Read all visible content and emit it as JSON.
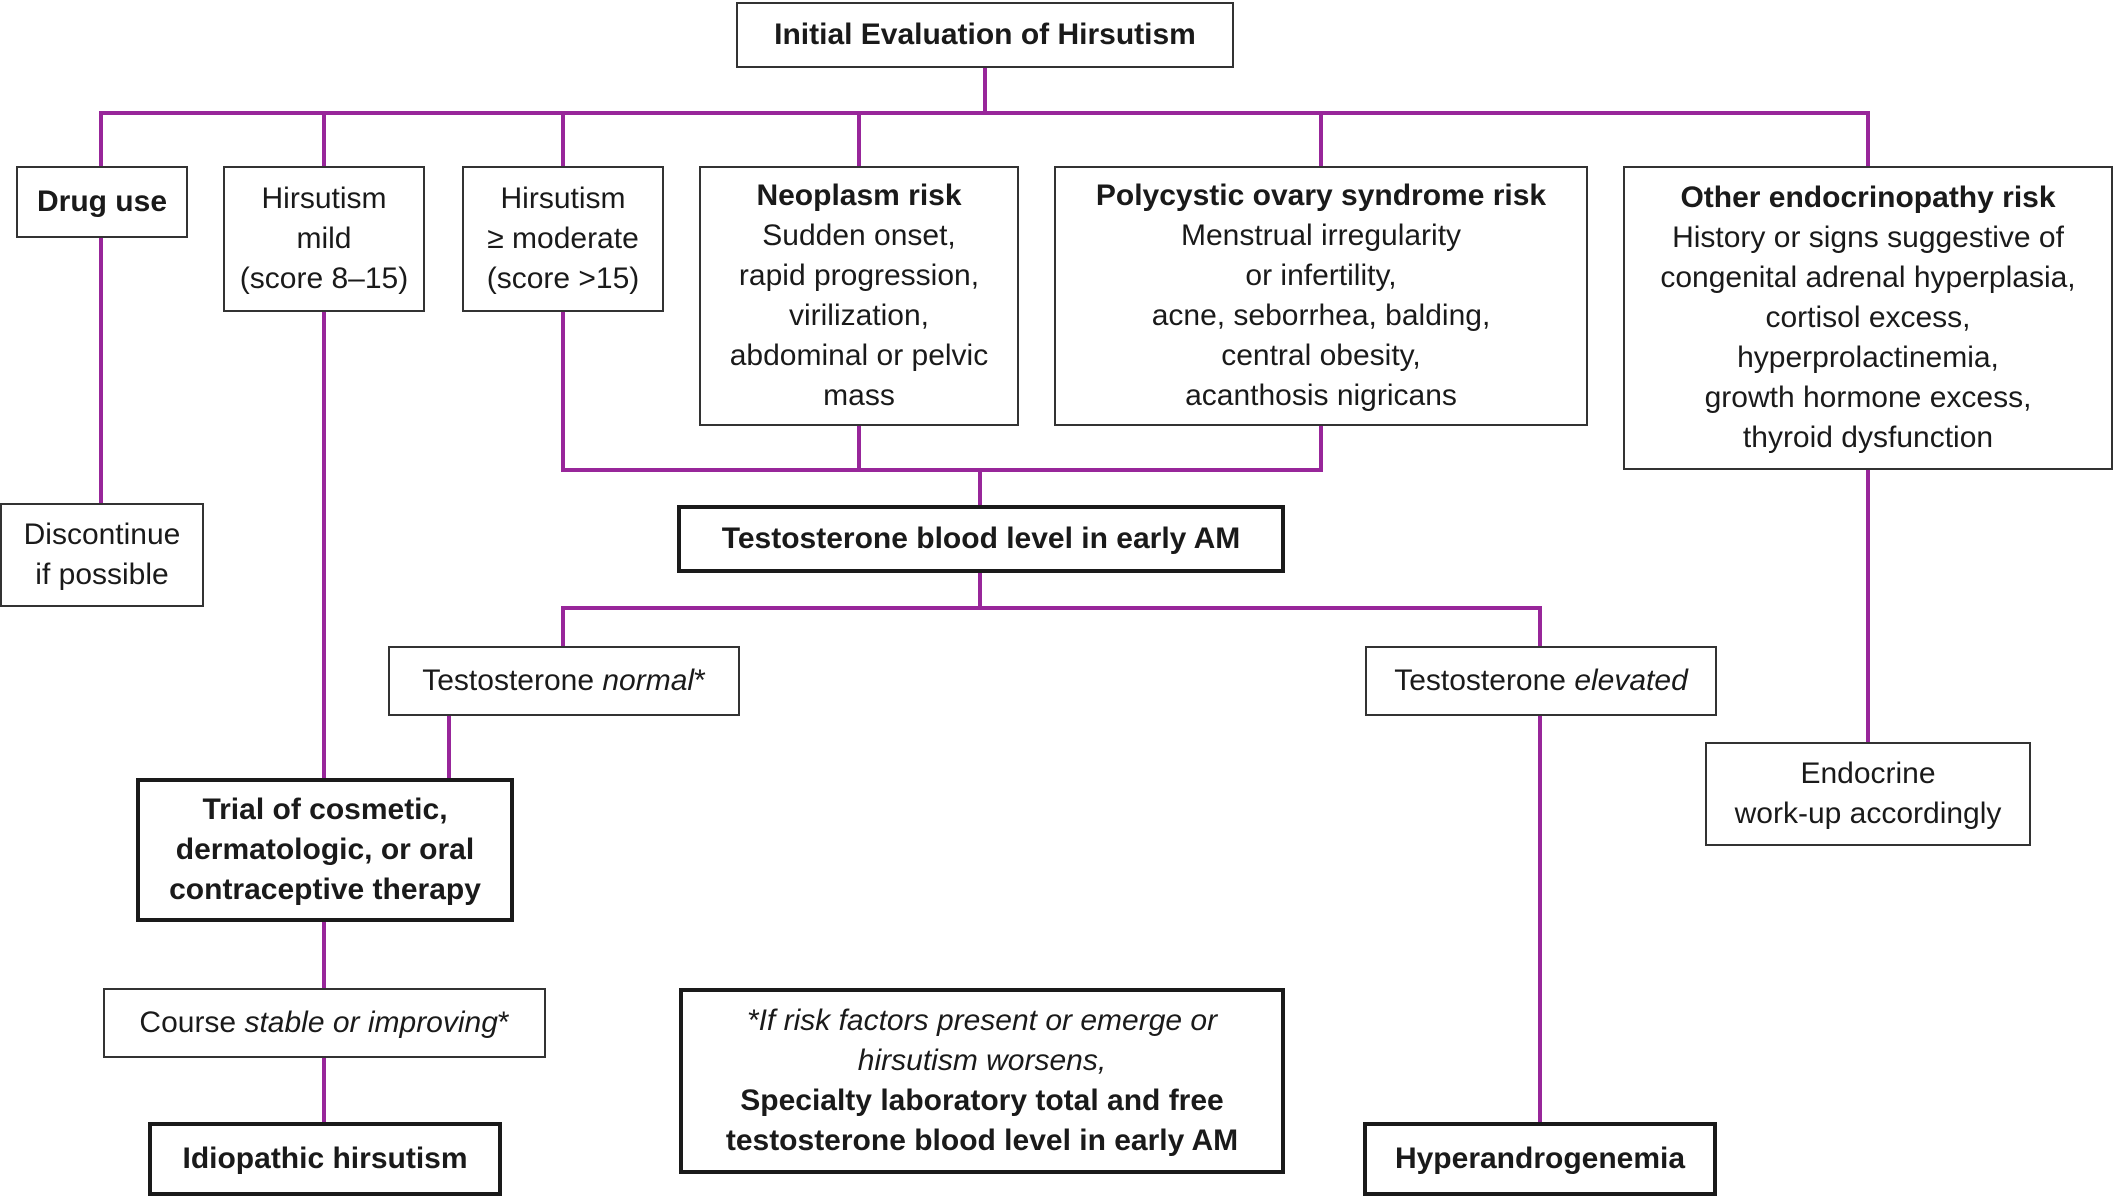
{
  "diagram": {
    "root": "Initial Evaluation of Hirsutism",
    "drug_use": {
      "title": "Drug use",
      "action": [
        "Discontinue",
        "if possible"
      ]
    },
    "mild": {
      "lines": [
        "Hirsutism",
        "mild",
        "(score 8–15)"
      ]
    },
    "moderate": {
      "lines": [
        "Hirsutism",
        "≥ moderate",
        "(score >15)"
      ]
    },
    "neoplasm": {
      "title": "Neoplasm risk",
      "lines": [
        "Sudden onset,",
        "rapid progression,",
        "virilization,",
        "abdominal or pelvic",
        "mass"
      ]
    },
    "pcos": {
      "title": "Polycystic ovary syndrome risk",
      "lines": [
        "Menstrual irregularity",
        "or infertility,",
        "acne, seborrhea, balding,",
        "central obesity,",
        "acanthosis nigricans"
      ]
    },
    "endocrinopathy": {
      "title": "Other endocrinopathy risk",
      "lines": [
        "History or signs suggestive of",
        "congenital adrenal hyperplasia,",
        "cortisol excess,",
        "hyperprolactinemia,",
        "growth hormone excess,",
        "thyroid dysfunction"
      ],
      "action": [
        "Endocrine",
        "work-up accordingly"
      ]
    },
    "testosterone_test": "Testosterone blood level in early AM",
    "t_normal": {
      "prefix": "Testosterone ",
      "emph": "normal",
      "suffix": "*"
    },
    "t_elevated": {
      "prefix": "Testosterone ",
      "emph": "elevated"
    },
    "trial": [
      "Trial of cosmetic,",
      "dermatologic, or oral",
      "contraceptive therapy"
    ],
    "course": {
      "prefix": "Course ",
      "emph": "stable or improving",
      "suffix": "*"
    },
    "idiopathic": "Idiopathic hirsutism",
    "footnote": {
      "italic_lines": [
        "*If risk factors present or emerge or",
        "hirsutism worsens,"
      ],
      "bold_lines": [
        "Specialty laboratory total and free",
        "testosterone blood level in early AM"
      ]
    },
    "hyperandrogenemia": "Hyperandrogenemia"
  },
  "colors": {
    "connector": "#98269a",
    "border": "#333333",
    "text": "#1a1a1a"
  }
}
